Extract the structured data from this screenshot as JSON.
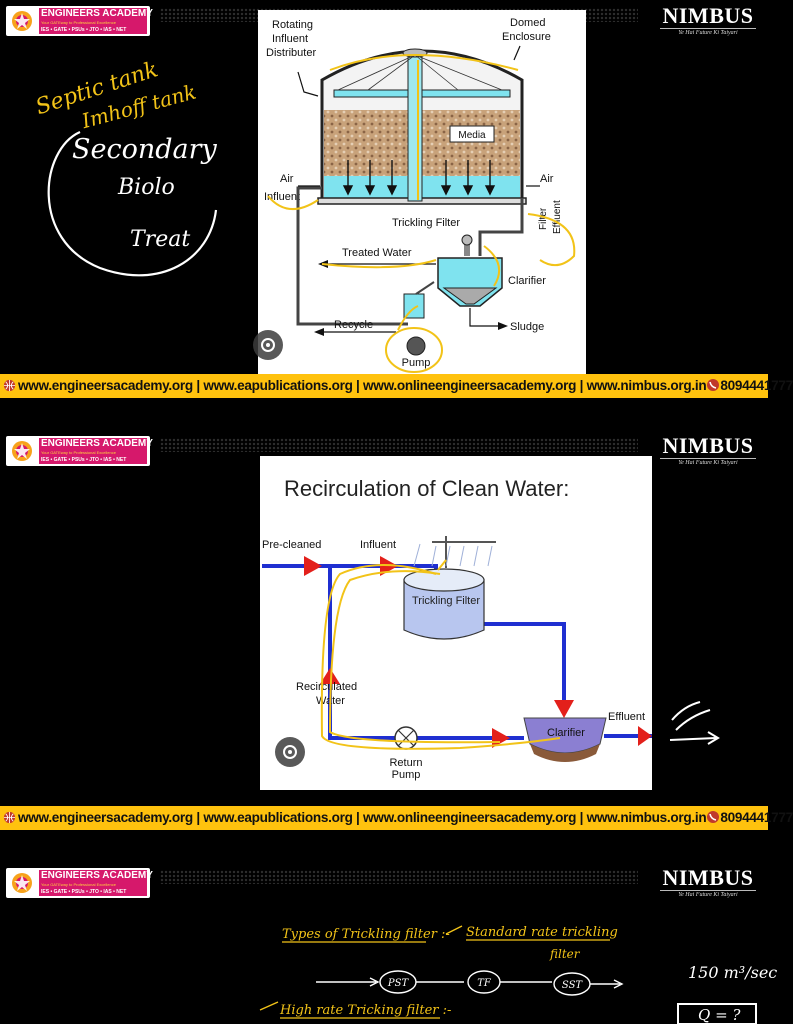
{
  "brand": {
    "academy_name": "ENGINEERS ACADEMY",
    "academy_tagline": "Your GATEway to Professional Excellence",
    "academy_exams": "IES • GATE • PSUs • JTO • IAS • NET",
    "nimbus_name": "NIMBUS",
    "nimbus_tagline": "Ye Hai Future Ki Taiyari"
  },
  "footer": {
    "links_text": "www.engineersacademy.org | www.eapublications.org | www.onlineengineersacademy.org | www.nimbus.org.in",
    "phone": "8094441777"
  },
  "slides": [
    {
      "handwriting": [
        "Septic tank",
        "Imhoff tank",
        "Secondary",
        "Biolo",
        "Treat"
      ],
      "figure_labels": {
        "rotating": "Rotating",
        "influent": "Influent",
        "distributer": "Distributer",
        "domed": "Domed",
        "enclosure": "Enclosure",
        "media": "Media",
        "air_left": "Air",
        "influent_left": "Influent",
        "air_right": "Air",
        "trickling_filter": "Trickling Filter",
        "filter": "Filter",
        "effluent": "Effluent",
        "treated_water": "Treated Water",
        "clarifier": "Clarifier",
        "recycle": "Recycle",
        "sludge": "Sludge",
        "pump": "Pump"
      }
    },
    {
      "title": "Recirculation of Clean Water:",
      "figure_labels": {
        "pre_cleaned": "Pre-cleaned",
        "influent": "Influent",
        "trickling_filter": "Trickling Filter",
        "recirculated": "Recirculated",
        "water": "Water",
        "clarifier": "Clarifier",
        "effluent": "Effluent",
        "return": "Return",
        "pump": "Pump"
      }
    },
    {
      "handwriting": {
        "types": "Types of Trickling filter :-",
        "standard": "Standard rate trickling",
        "filter": "filter",
        "pst": "PST",
        "tf": "TF",
        "sst": "SST",
        "high_rate": "High rate Tricking filter :-",
        "flow": "150 m³/sec",
        "q": "Q = ?"
      }
    }
  ],
  "icons": {
    "lens": "google-lens-icon",
    "globe": "globe-icon",
    "phone": "phone-icon",
    "emblem": "academy-emblem-icon"
  }
}
